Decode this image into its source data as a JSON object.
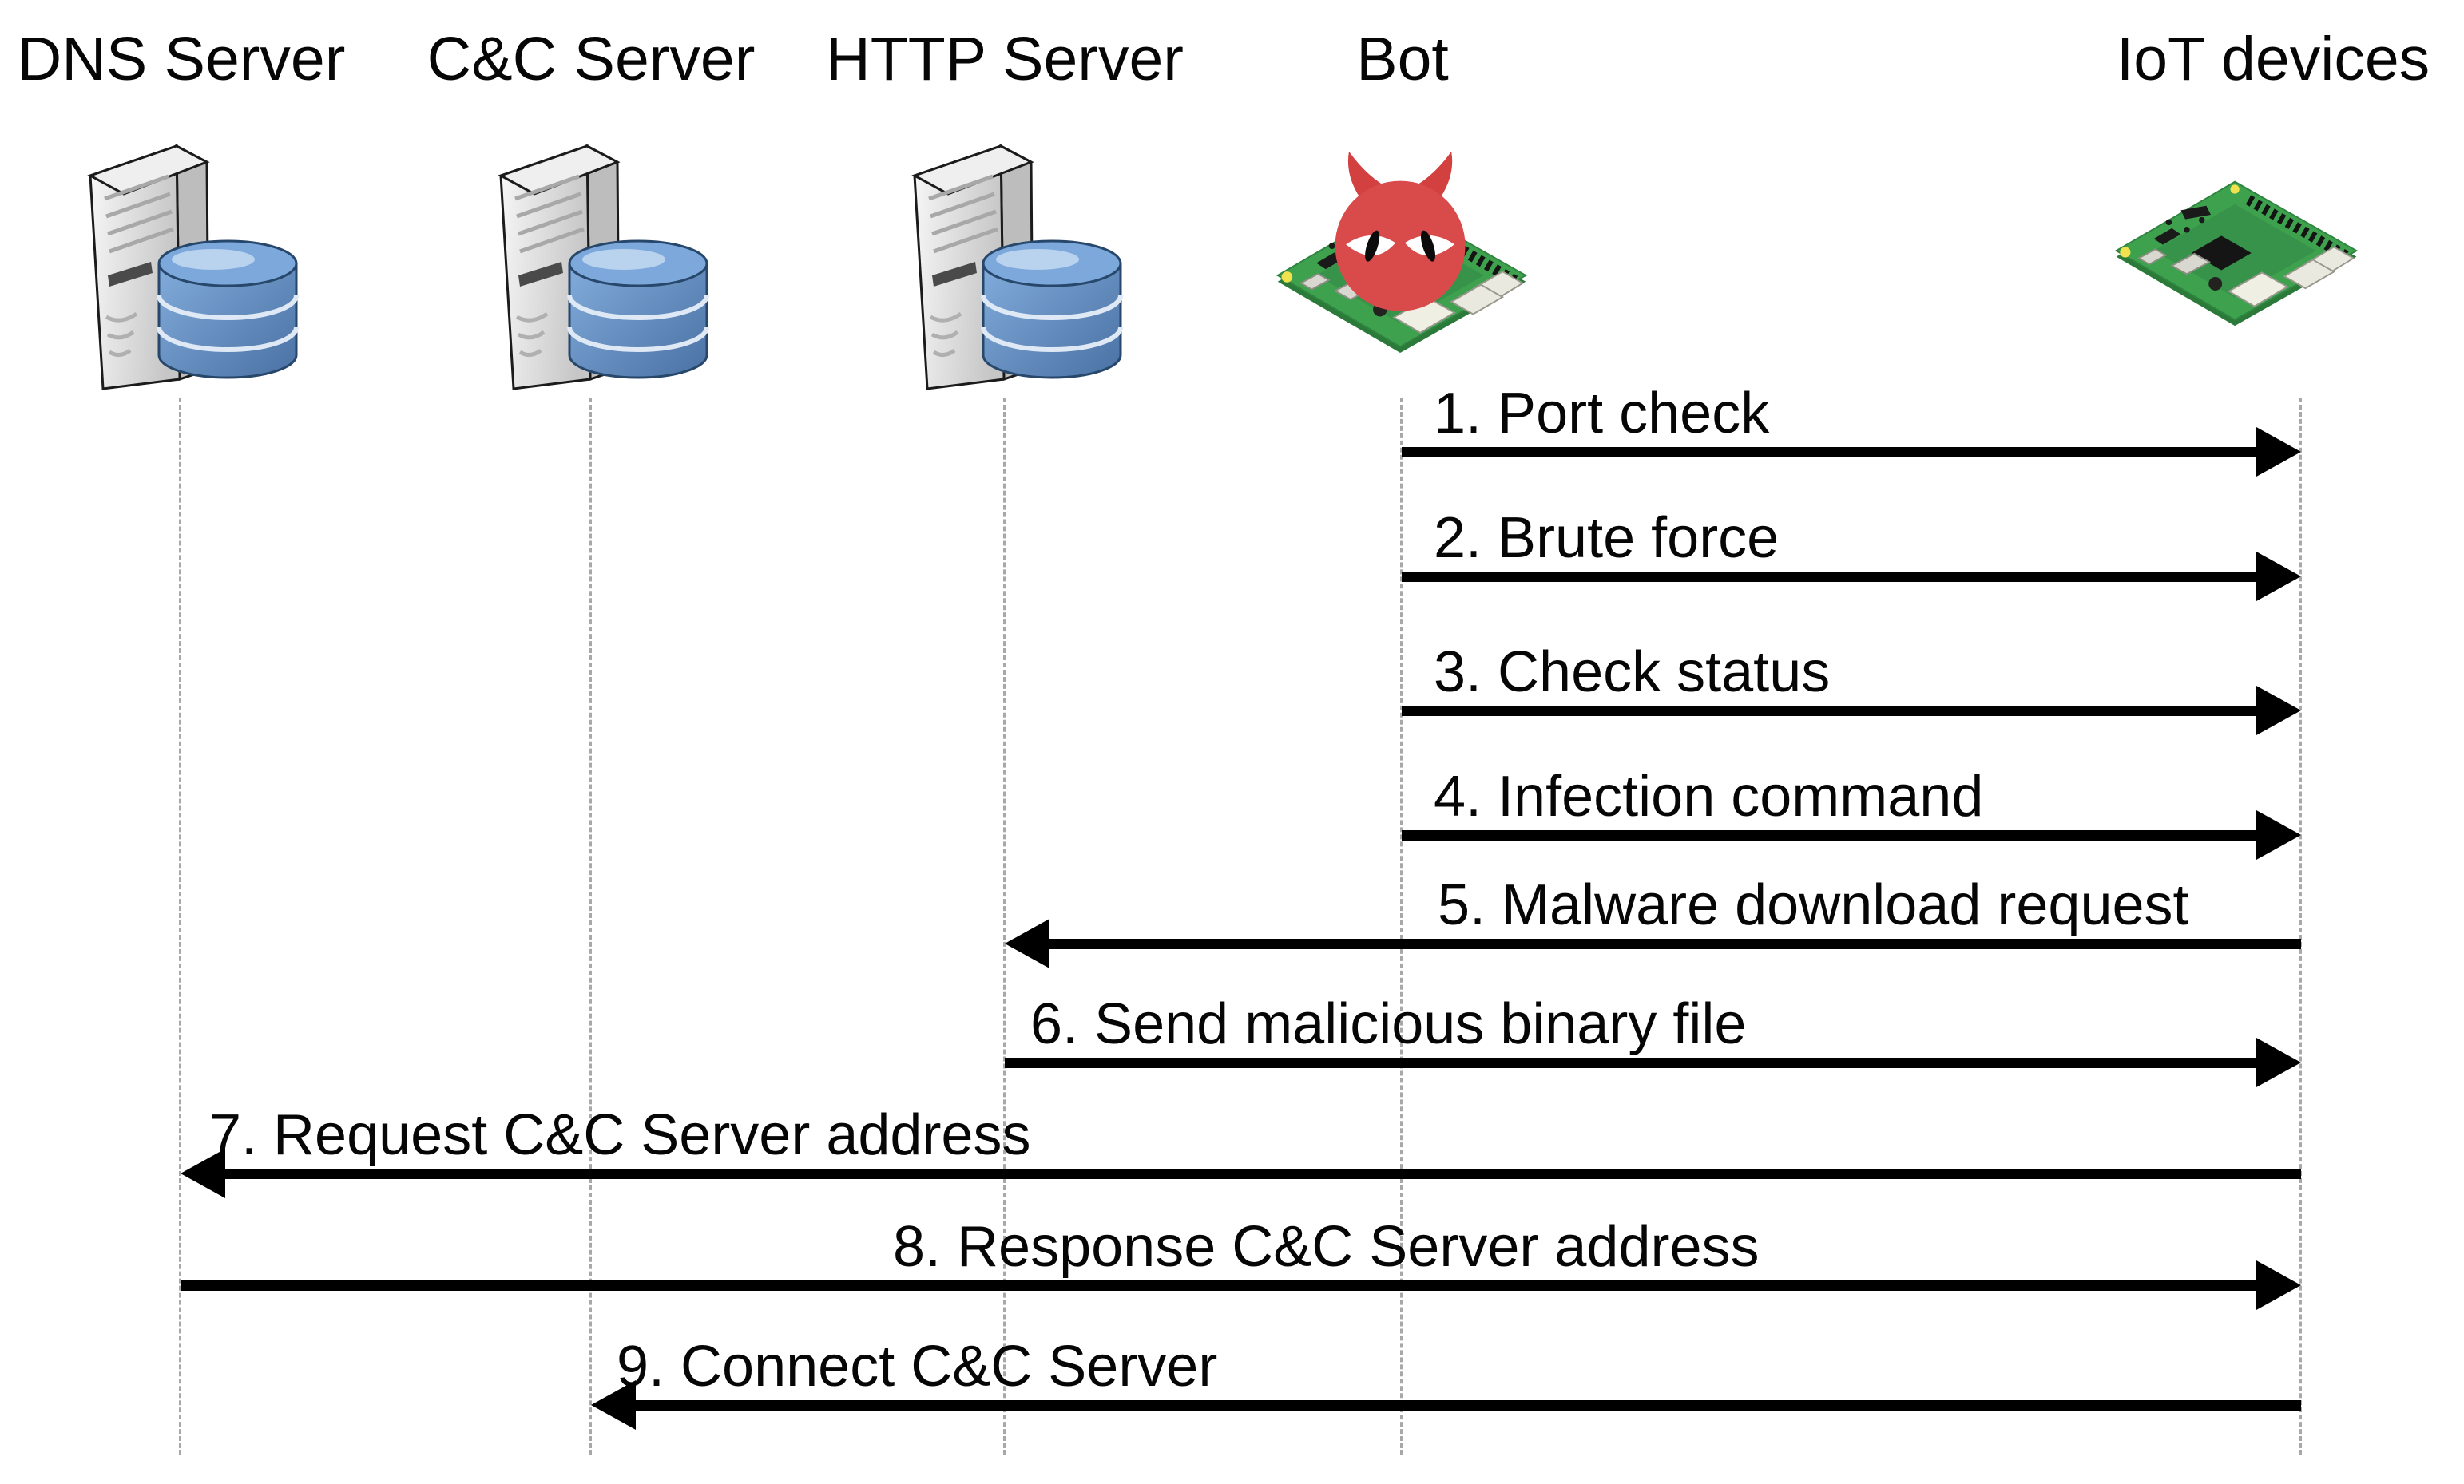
{
  "actors": [
    {
      "label": "DNS Server",
      "icon": "server-database-icon"
    },
    {
      "label": "C&C Server",
      "icon": "server-database-icon"
    },
    {
      "label": "HTTP Server",
      "icon": "server-database-icon"
    },
    {
      "label": "Bot",
      "icon": "raspberry-pi-devil-icon"
    },
    {
      "label": "IoT devices",
      "icon": "raspberry-pi-icon"
    }
  ],
  "messages": [
    {
      "label": "1. Port check",
      "from": "Bot",
      "to": "IoT devices",
      "direction": "right"
    },
    {
      "label": "2. Brute force",
      "from": "Bot",
      "to": "IoT devices",
      "direction": "right"
    },
    {
      "label": "3. Check status",
      "from": "Bot",
      "to": "IoT devices",
      "direction": "right"
    },
    {
      "label": "4. Infection command",
      "from": "Bot",
      "to": "IoT devices",
      "direction": "right"
    },
    {
      "label": "5. Malware download request",
      "from": "IoT devices",
      "to": "HTTP Server",
      "direction": "left"
    },
    {
      "label": "6. Send malicious binary file",
      "from": "HTTP Server",
      "to": "IoT devices",
      "direction": "right"
    },
    {
      "label": "7. Request C&C Server address",
      "from": "IoT devices",
      "to": "DNS Server",
      "direction": "left"
    },
    {
      "label": "8. Response C&C Server address",
      "from": "DNS Server",
      "to": "IoT devices",
      "direction": "right"
    },
    {
      "label": "9. Connect C&C Server",
      "from": "IoT devices",
      "to": "C&C Server",
      "direction": "left"
    }
  ],
  "colors": {
    "background": "#ffffff",
    "text": "#060606",
    "arrow": "#000000",
    "lifeline": "#a8a8a8",
    "server_front": "#e9e9e9",
    "server_side": "#bdbdbd",
    "database_blue": "#5d87bd",
    "board_green": "#3da14e",
    "devil_red": "#d94a4a",
    "port_silver": "#e9e9e0"
  }
}
